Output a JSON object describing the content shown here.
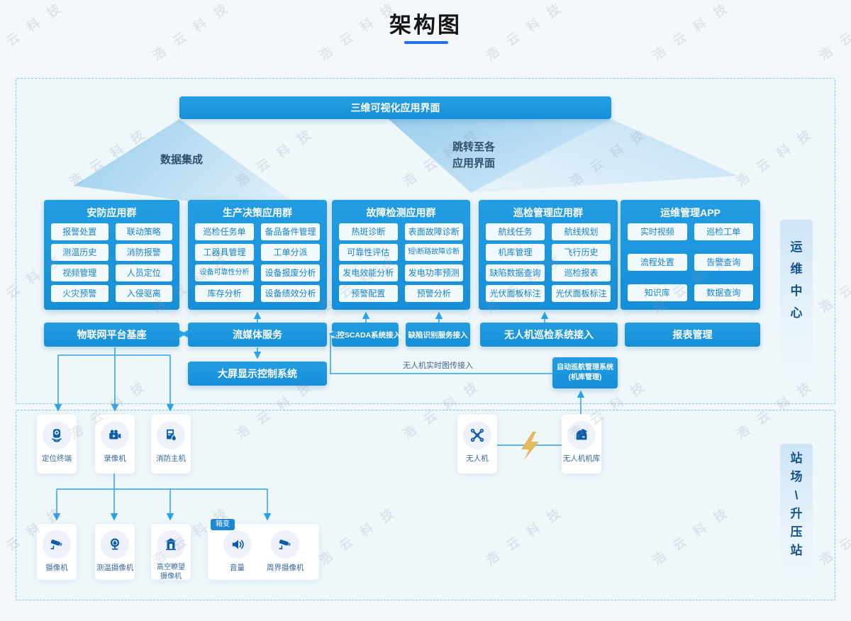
{
  "title": {
    "text": "架构图"
  },
  "watermark": {
    "text": "浩 云 科 技"
  },
  "colors": {
    "primary_blue": "#1b95dc",
    "pill_text": "#1583c8",
    "connector_blue": "#2aa2e7",
    "icon_blue": "#0d5cab",
    "lightning_gold": "#e6b95e",
    "section_text": "#17548e"
  },
  "top_bar": {
    "label": "三维可视化应用界面"
  },
  "funnels": {
    "left_label": "数据集成",
    "right_label_line1": "跳转至各",
    "right_label_line2": "应用界面"
  },
  "groups": [
    {
      "title": "安防应用群",
      "items": [
        "报警处置",
        "联动策略",
        "测温历史",
        "消防报警",
        "视频管理",
        "人员定位",
        "火灾预警",
        "入侵驱离"
      ]
    },
    {
      "title": "生产决策应用群",
      "items": [
        "巡检任务单",
        "备品备件管理",
        "工器具管理",
        "工单分派",
        "设备可靠性分析",
        "设备报废分析",
        "库存分析",
        "设备绩效分析"
      ]
    },
    {
      "title": "故障检测应用群",
      "items": [
        "热斑诊断",
        "表面故障诊断",
        "可靠性评估",
        "短\\断路故障诊断",
        "发电效能分析",
        "发电功率预测",
        "预警配置",
        "预警分析"
      ]
    },
    {
      "title": "巡检管理应用群",
      "items": [
        "航线任务",
        "航线规划",
        "机库管理",
        "飞行历史",
        "缺陷数据查询",
        "巡检报表",
        "光伏面板标注",
        "光伏面板标注"
      ]
    },
    {
      "title": "运维管理APP",
      "items": [
        "实时视频",
        "巡检工单",
        "流程处置",
        "告警查询",
        "知识库",
        "数据查询"
      ]
    }
  ],
  "middle_row": [
    {
      "label": "物联网平台基座"
    },
    {
      "label": "流媒体服务"
    },
    {
      "label": "集控SCADA系统接入"
    },
    {
      "label": "缺陷识别服务接入"
    },
    {
      "label": "无人机巡检系统接入"
    },
    {
      "label": "报表管理"
    }
  ],
  "sub_boxes": {
    "big_screen": "大屏显示控制系统",
    "auto_cruise_line1": "自动巡航管理系统",
    "auto_cruise_line2": "(机库管理)"
  },
  "link_labels": {
    "drone_realtime": "无人机实时图传接入"
  },
  "sections": {
    "top": "运维中心",
    "bottom": "站场\\升压站"
  },
  "devices": {
    "terminals": [
      {
        "label": "定位终端",
        "icon": "positioning-terminal"
      },
      {
        "label": "录像机",
        "icon": "video-recorder"
      },
      {
        "label": "消防主机",
        "icon": "fire-host"
      }
    ],
    "drone_group": [
      {
        "label": "无人机",
        "icon": "drone"
      },
      {
        "label": "无人机机库",
        "icon": "drone-hangar"
      }
    ],
    "cameras": [
      {
        "label": "摄像机",
        "icon": "cctv-camera"
      },
      {
        "label": "测温摄像机",
        "icon": "thermal-camera"
      },
      {
        "label": "高空瞭望摄像机",
        "icon": "watchtower-camera"
      }
    ],
    "box_transformer": {
      "badge": "箱变",
      "items": [
        {
          "label": "音量",
          "icon": "speaker"
        },
        {
          "label": "周界摄像机",
          "icon": "cctv-camera"
        }
      ]
    }
  }
}
